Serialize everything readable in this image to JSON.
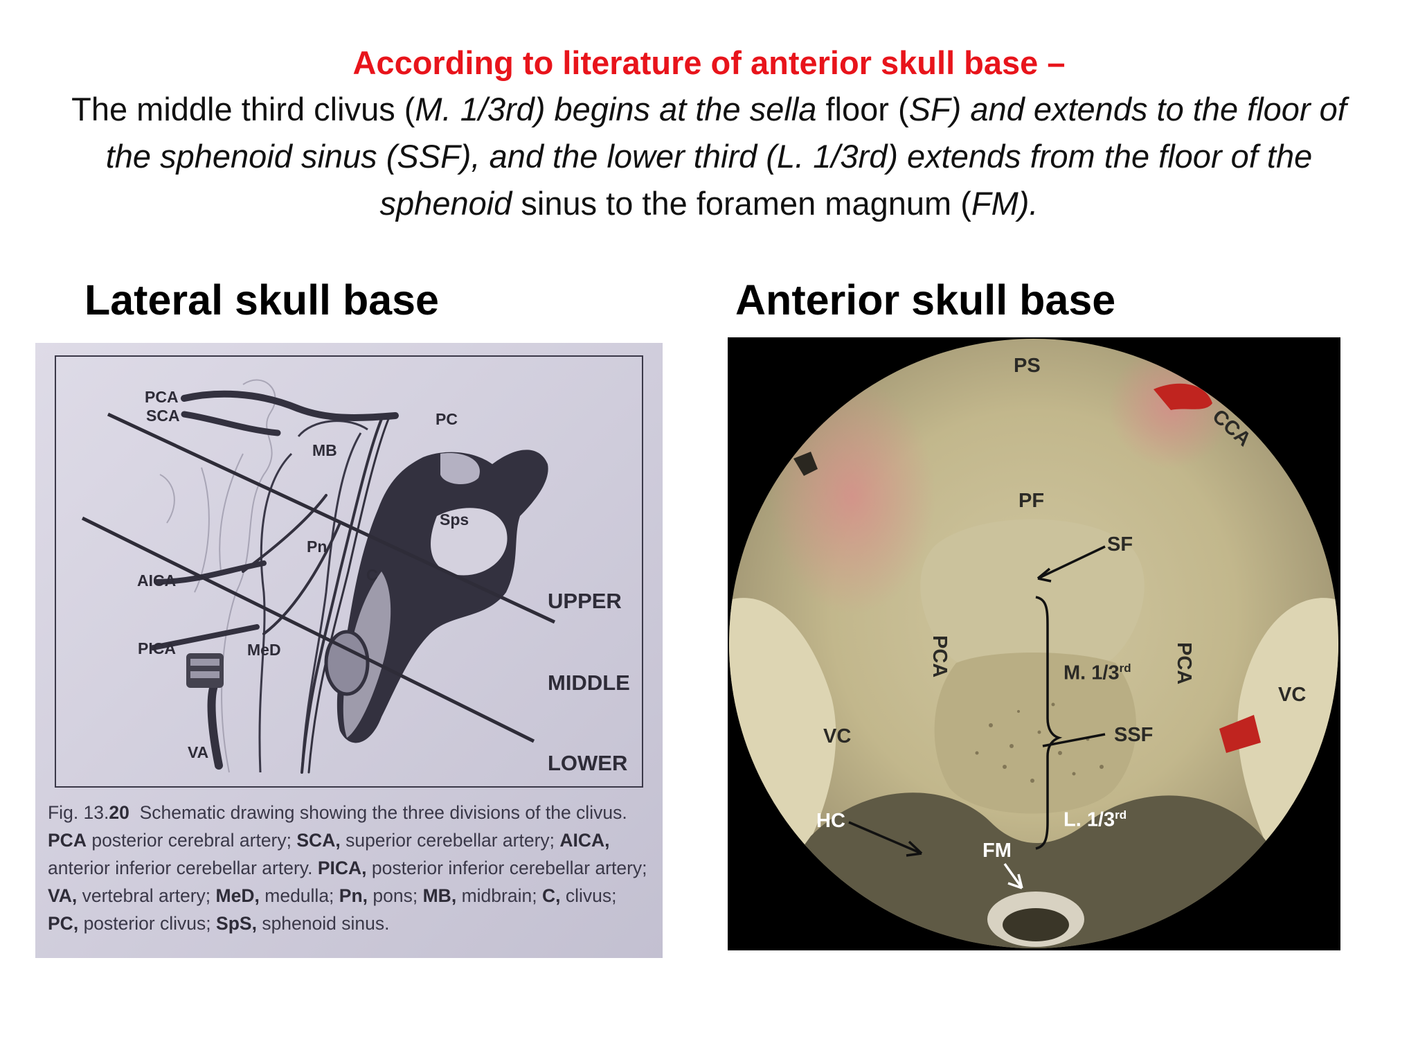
{
  "header": {
    "title": "According to literature of anterior skull base –",
    "body_parts": [
      {
        "text": "The middle third clivus  (",
        "italic": false
      },
      {
        "text": "M. 1/3rd) begins at the sella ",
        "italic": true
      },
      {
        "text": "floor (",
        "italic": false
      },
      {
        "text": "SF) and extends to the floor of the sphenoid sinus (SSF), and the lower third (L. 1/3rd) extends from the floor of the sphenoid ",
        "italic": true
      },
      {
        "text": "sinus to the foramen magnum (",
        "italic": false
      },
      {
        "text": "FM).",
        "italic": true
      }
    ],
    "title_color": "#e8141b"
  },
  "left_column": {
    "heading": "Lateral skull base",
    "figure_labels": {
      "pca": "PCA",
      "sca": "SCA",
      "pc": "PC",
      "mb": "MB",
      "sps": "Sps",
      "pn": "Pn",
      "c": "C",
      "aica": "AICA",
      "pica": "PICA",
      "med": "MeD",
      "va": "VA",
      "upper": "UPPER",
      "middle": "MIDDLE",
      "lower": "LOWER"
    },
    "caption": {
      "fig_prefix": "Fig. 13.",
      "fig_number": "20",
      "fig_text": "Schematic drawing showing the three divisions of the clivus.",
      "entries": [
        {
          "abbr": "PCA",
          "def": "posterior cerebral artery;"
        },
        {
          "abbr": "SCA,",
          "def": "superior cerebellar artery;"
        },
        {
          "abbr": "AICA,",
          "def": "anterior inferior cerebellar artery."
        },
        {
          "abbr": "PICA,",
          "def": "posterior inferior cerebellar artery;"
        },
        {
          "abbr": "VA,",
          "def": "vertebral artery;"
        },
        {
          "abbr": "MeD,",
          "def": "medulla;"
        },
        {
          "abbr": "Pn,",
          "def": "pons;"
        },
        {
          "abbr": "MB,",
          "def": "midbrain;"
        },
        {
          "abbr": "C,",
          "def": "clivus;"
        },
        {
          "abbr": "PC,",
          "def": "posterior clivus;"
        },
        {
          "abbr": "SpS,",
          "def": "sphenoid sinus."
        }
      ]
    }
  },
  "right_column": {
    "heading": "Anterior skull base",
    "figure_labels": {
      "ps": "PS",
      "cca": "CCA",
      "pf": "PF",
      "sf": "SF",
      "pca_left": "PCA",
      "pca_right": "PCA",
      "m_third": "M. 1/3",
      "m_sup": "rd",
      "vc_right": "VC",
      "vc_left": "VC",
      "ssf": "SSF",
      "hc": "HC",
      "l_third": "L. 1/3",
      "l_sup": "rd",
      "fm": "FM"
    }
  }
}
